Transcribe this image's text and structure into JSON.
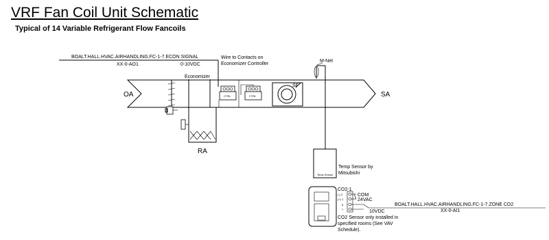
{
  "title": "VRF Fan Coil Unit Schematic",
  "subtitle": "Typical of 14 Variable Refrigerant Flow Fancoils",
  "labels": {
    "econ_point": "BOALT.HALL.HVAC.AIRHANDLING.FC-1-7.ECON SIGNAL",
    "econ_addr": "XX-0-AO1",
    "signal": "0-10VDC",
    "wire_note_1": "Wire to Contacts on",
    "wire_note_2": "Economizer Controller",
    "mnet": "M-Net",
    "economizer": "Economizer",
    "oa": "OA",
    "sa": "SA",
    "ra": "RA",
    "sf": "SF",
    "ctrl": "CTRL",
    "temp_sensor_face": "Temp Sensor",
    "temp_sensor_1": "Temp Sensor by",
    "temp_sensor_2": "Mitsubishi",
    "co2_tag": "CO2-1",
    "com": "COM",
    "vac": "24VAC",
    "vdc": "10VDC",
    "term_1": "(-) 2",
    "term_2": "(+) 1",
    "term_3": "8",
    "term_4": "7",
    "zone_point": "BOALT.HALL.HVAC.AIRHANDLING.FC-1-7.ZONE CO2",
    "zone_addr": "XX-0-AI1",
    "co2_note_1": "CO2 Sensor only installed in",
    "co2_note_2": "specified rooms (See VAV",
    "co2_note_3": "Schedule)."
  }
}
